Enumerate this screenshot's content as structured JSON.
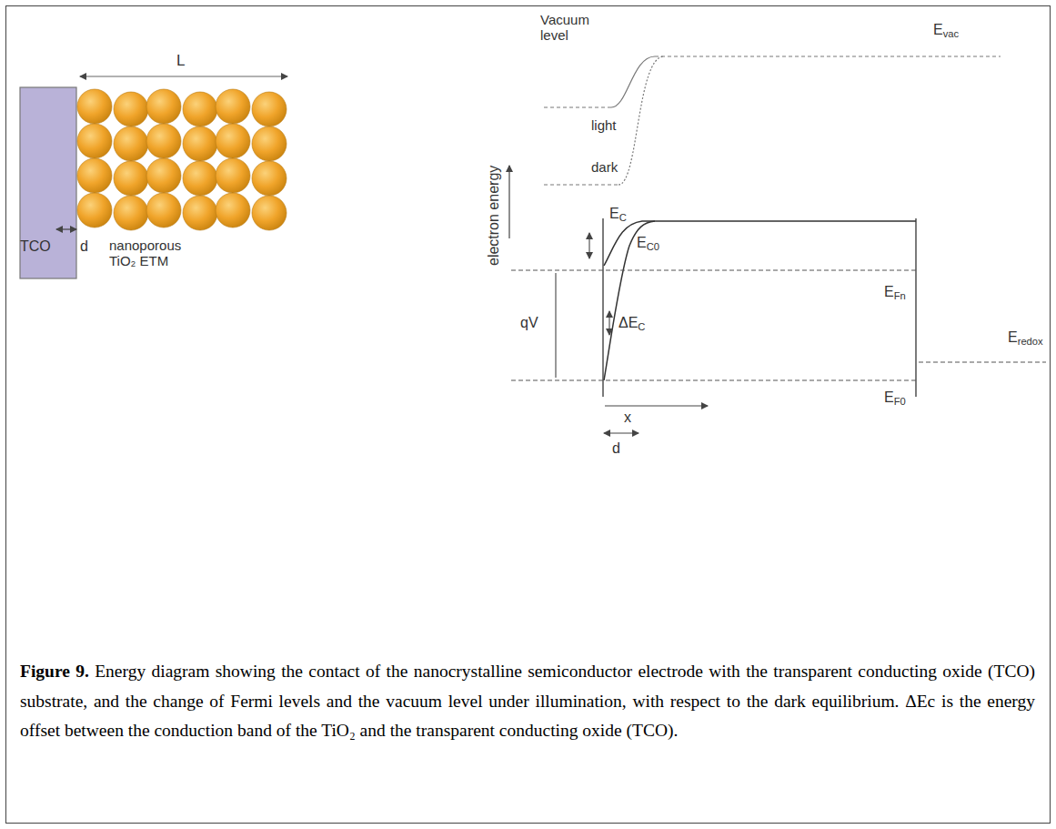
{
  "diagram": {
    "caption": "Figure 9. Energy diagram showing the contact of the nanocrystalline semiconductor electrode with the transparent conducting oxide (TCO) substrate, and the change of Fermi levels and the vacuum level under illumination, with respect to the dark equilibrium. ΔEc is the energy offset between the conduction band of the TiO₂ and the transparent conducting oxide (TCO).",
    "labels": [
      "L",
      "TCO",
      "d",
      "nanoporous TiO₂ ETM",
      "Vacuum level",
      "Evac",
      "light",
      "dark",
      "EC",
      "EC0",
      "electron energy",
      "EFn",
      "qV",
      "ΔEC",
      "Eredox",
      "EF0",
      "x",
      "d"
    ]
  }
}
